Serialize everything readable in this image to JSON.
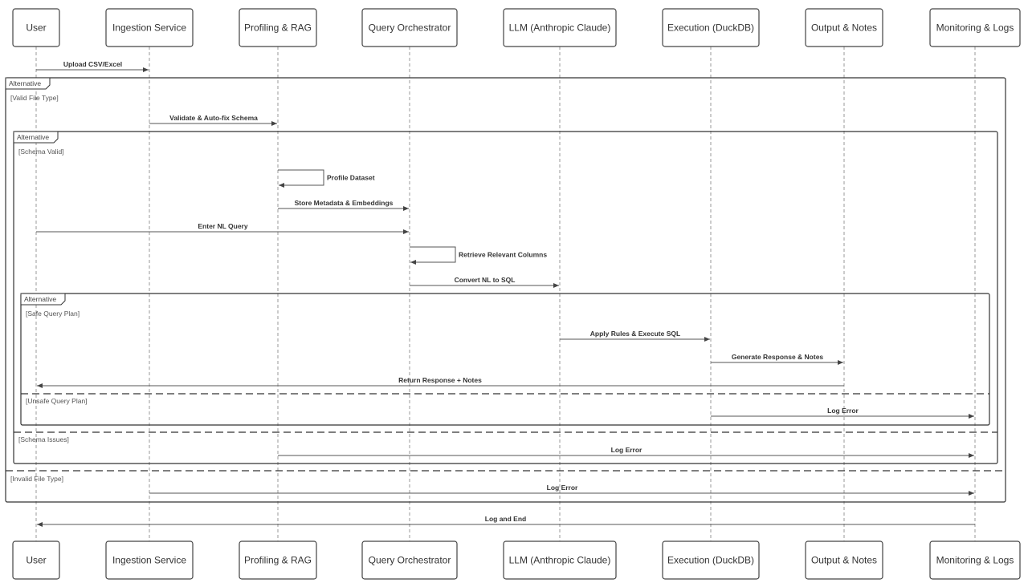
{
  "participants": [
    {
      "id": "user",
      "label": "User"
    },
    {
      "id": "ingest",
      "label": "Ingestion Service"
    },
    {
      "id": "profile",
      "label": "Profiling & RAG"
    },
    {
      "id": "orch",
      "label": "Query Orchestrator"
    },
    {
      "id": "llm",
      "label": "LLM (Anthropic Claude)"
    },
    {
      "id": "exec",
      "label": "Execution (DuckDB)"
    },
    {
      "id": "out",
      "label": "Output & Notes"
    },
    {
      "id": "mon",
      "label": "Monitoring & Logs"
    }
  ],
  "frames": [
    {
      "id": "alt-file",
      "kind": "Alternative",
      "sections": [
        {
          "guard": "[Valid File Type]"
        },
        {
          "guard": "[Invalid File Type]"
        }
      ]
    },
    {
      "id": "alt-schema",
      "kind": "Alternative",
      "sections": [
        {
          "guard": "[Schema Valid]"
        },
        {
          "guard": "[Schema Issues]"
        }
      ]
    },
    {
      "id": "alt-query",
      "kind": "Alternative",
      "sections": [
        {
          "guard": "[Safe Query Plan]"
        },
        {
          "guard": "[Unsafe Query Plan]"
        }
      ]
    }
  ],
  "messages": [
    {
      "from": "user",
      "to": "ingest",
      "text": "Upload CSV/Excel"
    },
    {
      "from": "ingest",
      "to": "profile",
      "text": "Validate & Auto-fix Schema"
    },
    {
      "from": "profile",
      "to": "profile",
      "text": "Profile Dataset"
    },
    {
      "from": "profile",
      "to": "orch",
      "text": "Store Metadata & Embeddings"
    },
    {
      "from": "user",
      "to": "orch",
      "text": "Enter NL Query"
    },
    {
      "from": "orch",
      "to": "orch",
      "text": "Retrieve Relevant Columns"
    },
    {
      "from": "orch",
      "to": "llm",
      "text": "Convert NL to SQL"
    },
    {
      "from": "llm",
      "to": "exec",
      "text": "Apply Rules & Execute SQL"
    },
    {
      "from": "exec",
      "to": "out",
      "text": "Generate Response & Notes"
    },
    {
      "from": "out",
      "to": "user",
      "text": "Return Response + Notes"
    },
    {
      "from": "exec",
      "to": "mon",
      "text": "Log Error"
    },
    {
      "from": "profile",
      "to": "mon",
      "text": "Log Error"
    },
    {
      "from": "ingest",
      "to": "mon",
      "text": "Log Error"
    },
    {
      "from": "mon",
      "to": "user",
      "text": "Log and End"
    }
  ]
}
